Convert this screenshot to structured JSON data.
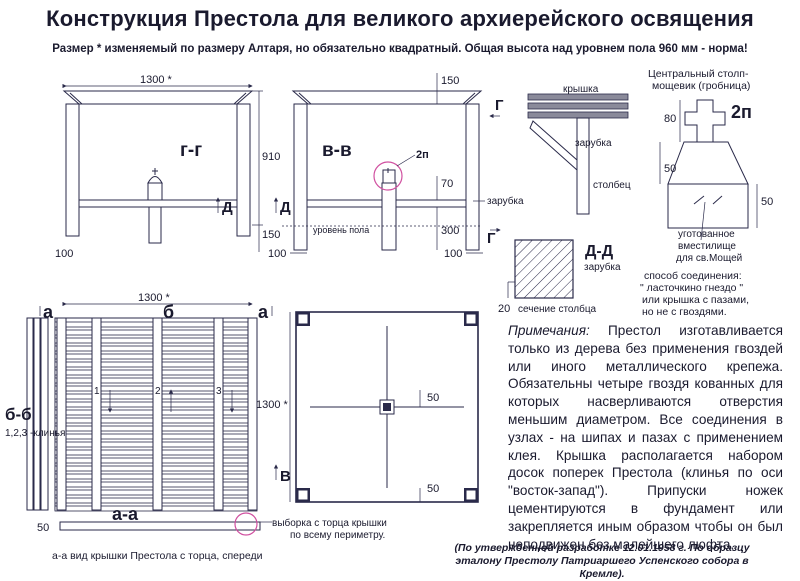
{
  "title": "Конструкция Престола для великого архиерейского освящения",
  "subtitle": "Размер * изменяемый по размеру Алтаря, но обязательно квадратный. Общая высота над уровнем пола 960 мм - норма!",
  "views": {
    "gg": {
      "label": "г-г",
      "width_dim": "1300 *",
      "section_mark": "Д"
    },
    "vv": {
      "label": "в-в",
      "section_mark": "Д",
      "callout": "2п",
      "dim_150": "150",
      "dim_910": "910",
      "dim_70": "70",
      "dim_150b": "150",
      "dim_300": "300",
      "dim_100a": "100",
      "dim_100b": "100",
      "floor_label": "уровень пола",
      "notch_label": "зарубка"
    },
    "detail_top": {
      "lid": "крышка",
      "notch": "зарубка",
      "post": "столбец",
      "mark_g1": "Г",
      "mark_g2": "Г",
      "dim_20": "20"
    },
    "post_center": {
      "title_line1": "Центральный столп-",
      "title_line2": "мощевик  (гробница)",
      "callout": "2п",
      "dim_80": "80",
      "dim_50a": "50",
      "dim_50b": "50",
      "note_line1": "уготованное",
      "note_line2": "вместилище",
      "note_line3": "для св.Мощей"
    },
    "dd": {
      "label": "Д-Д",
      "notch": "зарубка",
      "section_label": "сечение столбца"
    },
    "joint": {
      "line1": "способ  соединения:",
      "line2": "\" ласточкино  гнездо \"",
      "line3": "или крышка с пазами,",
      "line4": "но  не  с  гвоздями."
    },
    "top_view": {
      "width_dim": "1300 *",
      "mark_a1": "а",
      "mark_a2": "а",
      "mark_b": "б",
      "side_label": "б-б",
      "side_sub": "1,2,3 -клинья",
      "wedge1": "1",
      "wedge2": "2",
      "wedge3": "3",
      "aa_label": "а-а",
      "dim_50": "50",
      "groove_line1": "выборка с торца крышки",
      "groove_line2": "по всему периметру.",
      "bottom_caption": "а-а вид крышки Престола с торца, спереди"
    },
    "plan": {
      "height_dim": "1300 *",
      "dim_50a": "50",
      "dim_50b": "50",
      "mark_v": "В"
    }
  },
  "notes": {
    "heading": "Примечания:",
    "text": "Престол изготавливается только из дерева без применения гвоздей или иного металлического крепежа. Обязательны четыре гвоздя кованных для которых насверливаются отверстия меньшим диаметром. Все соединения в узлах - на шипах и пазах с применением клея. Крышка располагается набором досок поперек Престола (клинья по оси \"восток-запад\"). Припуски ножек цементируются в фундамент или закрепляется иным образом чтобы он был неподвижен без малейшего люфта."
  },
  "approval": "(По утвержденной разработке 12.01.1958 г. По образцу эталону Престолу Патриаршего Успенского собора в Кремле)."
}
